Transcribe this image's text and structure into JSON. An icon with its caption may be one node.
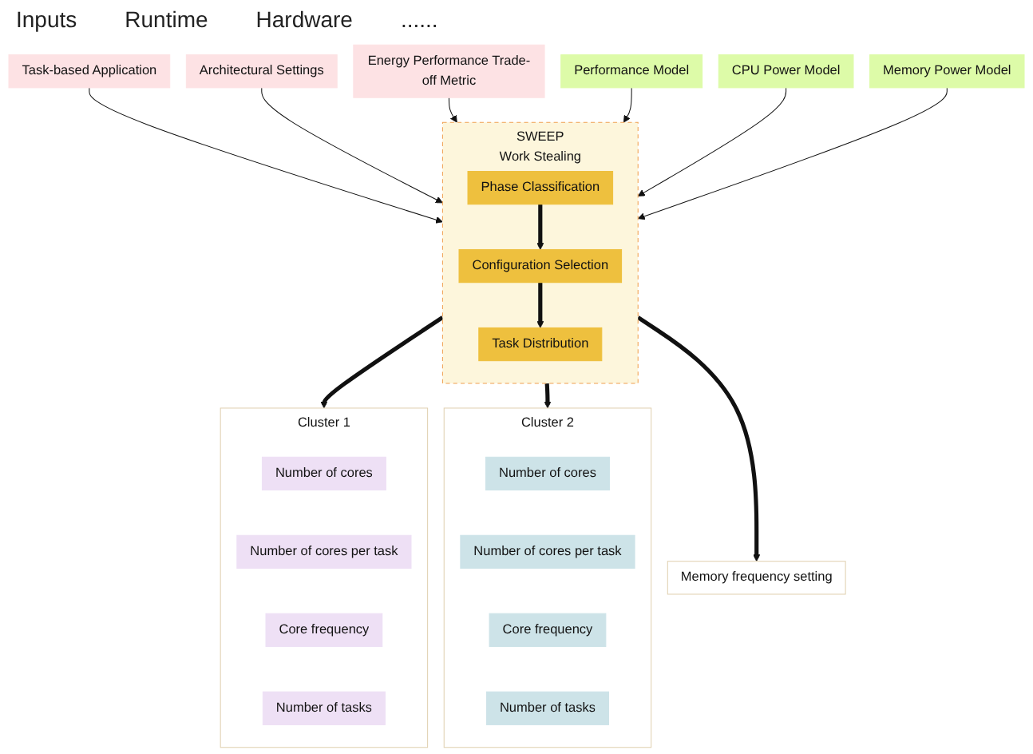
{
  "diagram": {
    "nodes": [
      {
        "text": [
          "Task-based Application"
        ]
      },
      {
        "text": [
          "Architectural Settings"
        ]
      },
      {
        "text": [
          "Energy Performance Trade-off Metric"
        ]
      },
      {
        "text": [
          "Performance Model"
        ]
      },
      {
        "text": [
          "CPU Power Model"
        ]
      },
      {
        "text": [
          "Memory Power Model"
        ]
      },
      {
        "text": [
          "SWEEP",
          "Work Stealing"
        ]
      },
      {
        "text": [
          "Phase Classification"
        ],
        "in": 6
      },
      {
        "text": [
          "Configuration Selection"
        ],
        "in": 6
      },
      {
        "text": [
          "Task Distribution"
        ],
        "in": 6
      },
      {
        "text": [
          "Cluster 1"
        ]
      },
      {
        "text": [
          "Number of cores"
        ],
        "in": 10
      },
      {
        "text": [
          "Number of cores per task"
        ],
        "in": 10
      },
      {
        "text": [
          "Core frequency"
        ],
        "in": 10
      },
      {
        "text": [
          "Number of tasks"
        ],
        "in": 10
      },
      {
        "text": [
          "Cluster 2"
        ]
      },
      {
        "text": [
          "Number of cores"
        ],
        "in": 15
      },
      {
        "text": [
          "Number of cores per task"
        ],
        "in": 15
      },
      {
        "text": [
          "Core frequency"
        ],
        "in": 15
      },
      {
        "text": [
          "Number of tasks"
        ],
        "in": 15
      },
      {
        "text": [
          "Memory frequency setting"
        ]
      }
    ],
    "edges": [
      {
        "from": 0,
        "to": 6,
        "arrow": "to"
      },
      {
        "from": 1,
        "to": 6,
        "arrow": "to"
      },
      {
        "from": 2,
        "to": 6,
        "arrow": "to"
      },
      {
        "from": 3,
        "to": 6,
        "arrow": "to"
      },
      {
        "from": 4,
        "to": 6,
        "arrow": "to"
      },
      {
        "from": 5,
        "to": 6,
        "arrow": "to"
      },
      {
        "from": 7,
        "to": 8,
        "arrow": "to",
        "style": "thick"
      },
      {
        "from": 8,
        "to": 9,
        "arrow": "to",
        "style": "thick"
      },
      {
        "from": 6,
        "to": 10,
        "arrow": "to",
        "style": "thick"
      },
      {
        "from": 6,
        "to": 15,
        "arrow": "to",
        "style": "thick"
      },
      {
        "from": 6,
        "to": 20,
        "arrow": "to",
        "style": "thick"
      }
    ],
    "labels": [
      "Inputs",
      "Runtime",
      "Hardware",
      "......"
    ]
  }
}
